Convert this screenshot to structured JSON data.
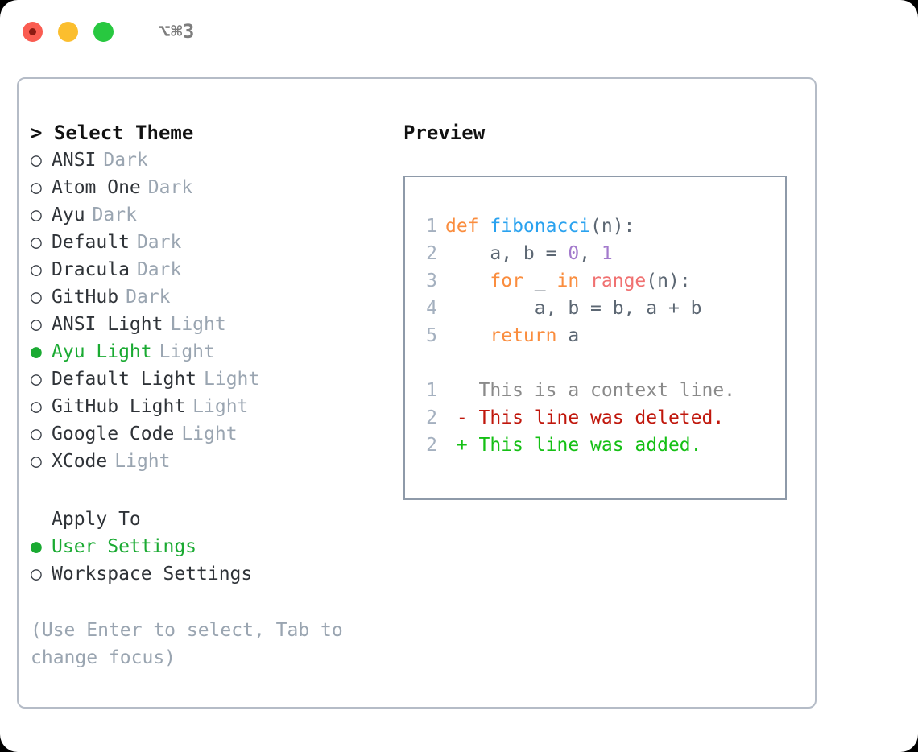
{
  "titlebar": {
    "shortcut": "⌥⌘3",
    "buttons": [
      {
        "name": "close",
        "color": "#fa5c51"
      },
      {
        "name": "minimize",
        "color": "#fbbe2e"
      },
      {
        "name": "maximize",
        "color": "#28c840"
      }
    ]
  },
  "theme_picker": {
    "heading": "> Select Theme",
    "marker_selected": "●",
    "marker_unselected": "○",
    "items": [
      {
        "label": "ANSI",
        "kind": "Dark",
        "selected": false
      },
      {
        "label": "Atom One",
        "kind": "Dark",
        "selected": false
      },
      {
        "label": "Ayu",
        "kind": "Dark",
        "selected": false
      },
      {
        "label": "Default",
        "kind": "Dark",
        "selected": false
      },
      {
        "label": "Dracula",
        "kind": "Dark",
        "selected": false
      },
      {
        "label": "GitHub",
        "kind": "Dark",
        "selected": false
      },
      {
        "label": "ANSI Light",
        "kind": "Light",
        "selected": false
      },
      {
        "label": "Ayu Light",
        "kind": "Light",
        "selected": true
      },
      {
        "label": "Default Light",
        "kind": "Light",
        "selected": false
      },
      {
        "label": "GitHub Light",
        "kind": "Light",
        "selected": false
      },
      {
        "label": "Google Code",
        "kind": "Light",
        "selected": false
      },
      {
        "label": "XCode",
        "kind": "Light",
        "selected": false
      }
    ]
  },
  "apply_to": {
    "heading": "Apply To",
    "items": [
      {
        "label": "User Settings",
        "selected": true
      },
      {
        "label": "Workspace Settings",
        "selected": false
      }
    ]
  },
  "hint": "(Use Enter to select, Tab to change focus)",
  "preview": {
    "title": "Preview",
    "code_lines": [
      {
        "num": "1",
        "tokens": [
          {
            "t": "def ",
            "c": "kw"
          },
          {
            "t": "fibonacci",
            "c": "fn"
          },
          {
            "t": "(n):",
            "c": "pl"
          }
        ]
      },
      {
        "num": "2",
        "tokens": [
          {
            "t": "    a, b = ",
            "c": "pl"
          },
          {
            "t": "0",
            "c": "num"
          },
          {
            "t": ", ",
            "c": "pl"
          },
          {
            "t": "1",
            "c": "num"
          }
        ]
      },
      {
        "num": "3",
        "tokens": [
          {
            "t": "    ",
            "c": "pl"
          },
          {
            "t": "for",
            "c": "kw"
          },
          {
            "t": " _ ",
            "c": "pl"
          },
          {
            "t": "in",
            "c": "kw"
          },
          {
            "t": " ",
            "c": "pl"
          },
          {
            "t": "range",
            "c": "bi"
          },
          {
            "t": "(n):",
            "c": "pl"
          }
        ]
      },
      {
        "num": "4",
        "tokens": [
          {
            "t": "        a, b = b, a + b",
            "c": "pl"
          }
        ]
      },
      {
        "num": "5",
        "tokens": [
          {
            "t": "    ",
            "c": "pl"
          },
          {
            "t": "return",
            "c": "kw"
          },
          {
            "t": " a",
            "c": "pl"
          }
        ]
      }
    ],
    "diff_lines": [
      {
        "num": "1",
        "marker": "  ",
        "text": "This is a context line.",
        "kind": "ctx"
      },
      {
        "num": "2",
        "marker": "- ",
        "text": "This line was deleted.",
        "kind": "del"
      },
      {
        "num": "2",
        "marker": "+ ",
        "text": "This line was added.",
        "kind": "add"
      }
    ]
  },
  "colors": {
    "keyword": "#fa8d3e",
    "function": "#2aa2ef",
    "number": "#a37acc",
    "builtin": "#f07171",
    "plain": "#5c6773",
    "line_number": "#a4b0bf",
    "diff_context": "#8a8a8a",
    "diff_deleted": "#c0170c",
    "diff_added": "#15c015",
    "selected": "#1aaa32",
    "muted": "#9aa5b1",
    "panel_border": "#b5bcc7",
    "preview_border": "#8e9aa9"
  }
}
